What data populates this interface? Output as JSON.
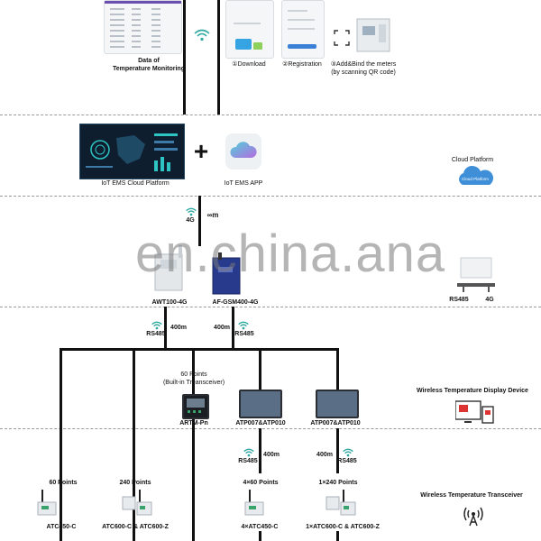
{
  "labels": {
    "data_temp": "Data of\nTemperature Monitoring",
    "download": "①Download",
    "registration": "②Registration",
    "add_bind": "③Add&Bind the meters\n(by scanning QR code)",
    "iot_cloud_platform": "IoT EMS Cloud Platform",
    "iot_app": "IoT EMS APP",
    "cloud_platform": "Cloud Platform",
    "cloud_badge": "Cloud Platform",
    "plus": "+",
    "g4_top": "4G",
    "inf_m": "∞m",
    "watermark": "en.china.ana",
    "awt": "AWT100-4G",
    "afgsm": "AF-GSM400-4G",
    "rs485_right": "RS485",
    "g4_right": "4G",
    "rs485_a": "RS485",
    "m400_a": "400m",
    "m400_b": "400m",
    "rs485_b": "RS485",
    "sixty_builtin": "60 Points\n(Built-in Treansceiver)",
    "artm": "ARTM-Pn",
    "atp1": "ATP007&ATP010",
    "atp2": "ATP007&ATP010",
    "wireless_display": "Wireless Temperature Display Device",
    "rs485_c": "RS485",
    "m400_c": "400m",
    "m400_d": "400m",
    "rs485_d": "RS485",
    "p60": "60 Points",
    "p240": "240 Points",
    "p4x60": "4×60 Points",
    "p1x240": "1×240 Points",
    "wireless_transceiver": "Wireless Temperature Transceiver",
    "atc450": "ATC450-C",
    "atc600": "ATC600-C & ATC600-Z",
    "atc450x4": "4×ATC450-C",
    "atc600x1": "1×ATC600-C & ATC600-Z"
  },
  "colors": {
    "line": "#111111",
    "dash": "#9a9a9a",
    "wifi": "#2ea8a0",
    "cloud": "#3f8fd8",
    "dark_panel": "#0e1e2e"
  },
  "icons": [
    "wifi-icon",
    "qr-scan-icon",
    "cloud-icon",
    "app-cloud-icon",
    "antenna-icon",
    "router-icon",
    "monitor-icon"
  ]
}
